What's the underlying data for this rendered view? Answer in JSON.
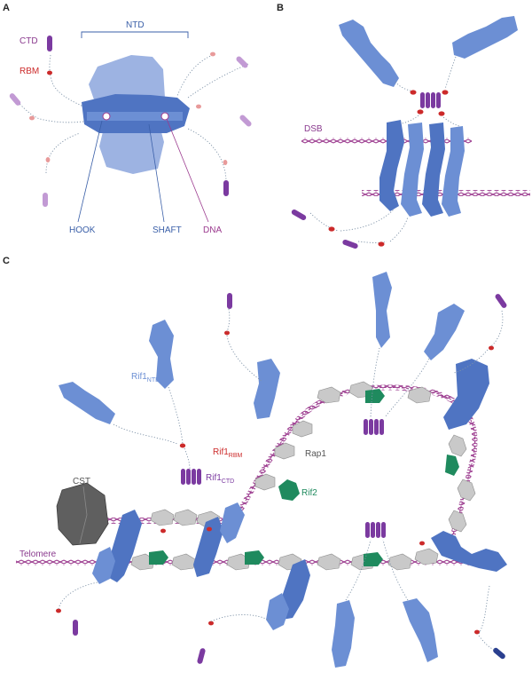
{
  "panels": {
    "a": "A",
    "b": "B",
    "c": "C"
  },
  "panel_a": {
    "ntd": "NTD",
    "ctd": "CTD",
    "rbm": "RBM",
    "hook": "HOOK",
    "shaft": "SHAFT",
    "dna": "DNA"
  },
  "panel_b": {
    "dsb": "DSB"
  },
  "panel_c": {
    "rif1": "Rif1",
    "sub_ntd": "NTD",
    "sub_rbm": "RBM",
    "sub_ctd": "CTD",
    "rap1": "Rap1",
    "rif2": "Rif2",
    "cst": "CST",
    "telomere": "Telomere"
  },
  "colors": {
    "rif1_ntd": "#6c8fd4",
    "rif1_ctd": "#7b3aa0",
    "rif1_rbm": "#cc2a2a",
    "rap1": "#c9c9c9",
    "rif2": "#1f8a5e",
    "cst": "#5f5f5f",
    "dna": "#9b3a8e",
    "label_blue": "#3a5fa8",
    "label_purple": "#8a3a8e"
  }
}
